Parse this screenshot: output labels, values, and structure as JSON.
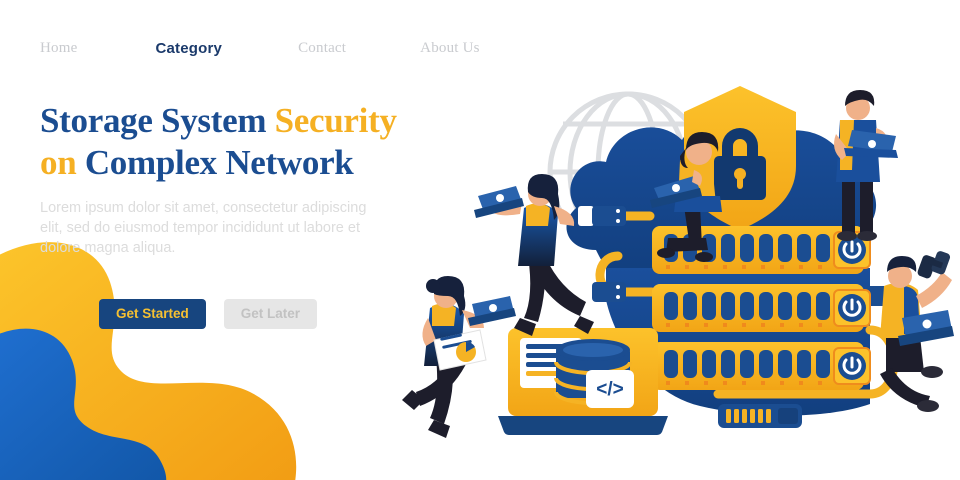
{
  "nav": {
    "items": [
      {
        "label": "Home",
        "active": false
      },
      {
        "label": "Category",
        "active": true
      },
      {
        "label": "Contact",
        "active": false
      },
      {
        "label": "About Us",
        "active": false
      }
    ]
  },
  "hero": {
    "headline_line1_part1": "Storage System ",
    "headline_line1_part2": "Security",
    "headline_line2_part1": "on ",
    "headline_line2_part2": "Complex Network",
    "paragraph": "Lorem ipsum dolor sit amet, consectetur adipiscing elit, sed do eiusmod tempor incididunt ut labore et dolore magna aliqua.",
    "primary_button": "Get Started",
    "secondary_button": "Get Later"
  },
  "illustration": {
    "shield_icon": "shield-lock-icon",
    "lock_icon": "padlock-icon",
    "globe_icon": "wireframe-globe-icon",
    "cloud_icon": "cloud-shape-icon",
    "laptop_icon": "laptop-icon",
    "database_icon": "database-stack-icon",
    "code_badge": "</>",
    "document_icon": "document-card-icon",
    "power_icon": "power-button-icon",
    "server_units": 3,
    "drive_bays_per_unit": 9,
    "power_buttons": 3,
    "router_icon": "network-switch-icon",
    "characters": [
      {
        "name": "woman-sitting-on-cloud-with-laptop"
      },
      {
        "name": "man-standing-with-laptop"
      },
      {
        "name": "woman-walking-with-laptop"
      },
      {
        "name": "woman-walking-with-report"
      },
      {
        "name": "man-with-binoculars-and-laptop"
      }
    ]
  },
  "colors": {
    "brand_blue": "#1b4d91",
    "deep_navy": "#17457f",
    "brand_yellow": "#f5b023",
    "amber": "#f5a623",
    "accent_blue": "#1565c0",
    "gray_text": "#c9cbcf",
    "light_gray": "#e6e6e6"
  }
}
